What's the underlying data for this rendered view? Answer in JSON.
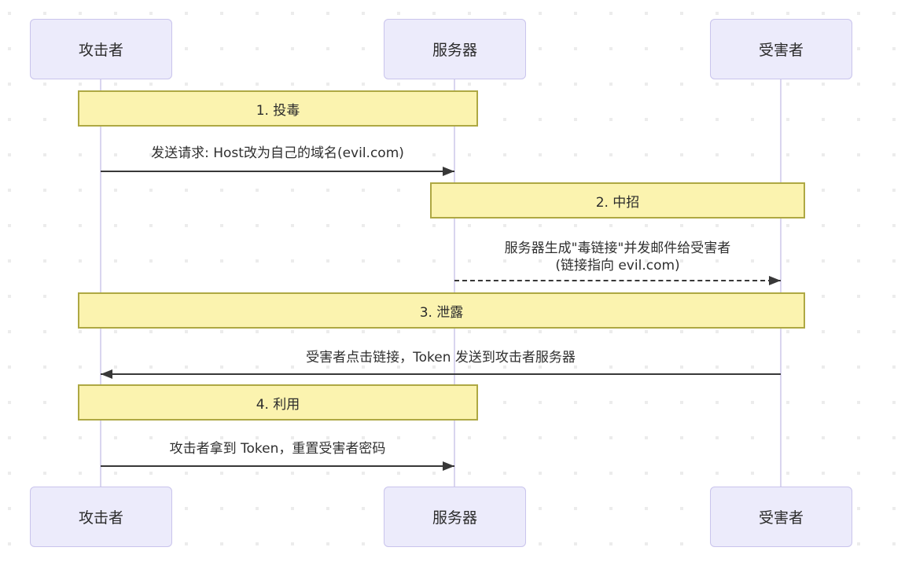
{
  "diagram": {
    "type": "sequence",
    "actors": [
      {
        "label": "攻击者"
      },
      {
        "label": "服务器"
      },
      {
        "label": "受害者"
      }
    ],
    "phases": [
      {
        "label": "1. 投毒",
        "over": [
          "攻击者",
          "服务器"
        ]
      },
      {
        "label": "2. 中招",
        "over": [
          "服务器",
          "受害者"
        ]
      },
      {
        "label": "3. 泄露",
        "over": [
          "攻击者",
          "受害者"
        ]
      },
      {
        "label": "4. 利用",
        "over": [
          "攻击者",
          "服务器"
        ]
      }
    ],
    "messages": [
      {
        "from": "攻击者",
        "to": "服务器",
        "line": "solid",
        "text": "发送请求: Host改为自己的域名(evil.com)"
      },
      {
        "from": "服务器",
        "to": "受害者",
        "line": "dashed",
        "text": "服务器生成\"毒链接\"并发邮件给受害者",
        "text_line2": "(链接指向 evil.com)"
      },
      {
        "from": "受害者",
        "to": "攻击者",
        "line": "solid",
        "text": "受害者点击链接，Token 发送到攻击者服务器"
      },
      {
        "from": "攻击者",
        "to": "服务器",
        "line": "solid",
        "text": "攻击者拿到 Token，重置受害者密码"
      }
    ],
    "colors": {
      "actor_fill": "#ECEBFB",
      "actor_border": "#C9C4EC",
      "note_fill": "#FBF3AF",
      "note_border": "#AEA843",
      "lifeline": "#D9D5EF",
      "arrow": "#383838",
      "grid_dot": "#ECECEC"
    }
  }
}
